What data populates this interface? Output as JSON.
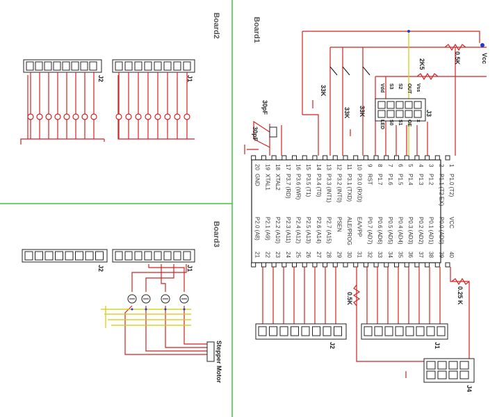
{
  "boards": {
    "board1": "Board1",
    "board2": "Board2",
    "board3": "Board3"
  },
  "mcu": {
    "left_pins": [
      {
        "num": "1",
        "name": "P1.0 (T2)"
      },
      {
        "num": "2",
        "name": "P1.1 (T2 EX)"
      },
      {
        "num": "3",
        "name": "P1.2"
      },
      {
        "num": "4",
        "name": "P1.3"
      },
      {
        "num": "5",
        "name": "P1.4"
      },
      {
        "num": "6",
        "name": "P1.5"
      },
      {
        "num": "7",
        "name": "P1.6"
      },
      {
        "num": "8",
        "name": "P1.7"
      },
      {
        "num": "9",
        "name": "RST"
      },
      {
        "num": "10",
        "name": "P3.0 (RXD)"
      },
      {
        "num": "11",
        "name": "P3.1 (TXD)"
      },
      {
        "num": "12",
        "name": "P3.2 (INT0)"
      },
      {
        "num": "13",
        "name": "P3.3 (INT1)"
      },
      {
        "num": "14",
        "name": "P3.4 (T0)"
      },
      {
        "num": "15",
        "name": "P3.5 (T1)"
      },
      {
        "num": "16",
        "name": "P3.6 (WR)"
      },
      {
        "num": "17",
        "name": "P3.7 (RD)"
      },
      {
        "num": "18",
        "name": "XTAL2"
      },
      {
        "num": "19",
        "name": "XTAL1"
      },
      {
        "num": "20",
        "name": "GND"
      }
    ],
    "right_pins": [
      {
        "num": "40",
        "name": "VCC"
      },
      {
        "num": "39",
        "name": "P0.0 (AD0)"
      },
      {
        "num": "38",
        "name": "P0.1 (AD1)"
      },
      {
        "num": "37",
        "name": "P0.2 (AD2)"
      },
      {
        "num": "36",
        "name": "P0.3 (AD3)"
      },
      {
        "num": "35",
        "name": "P0.4 (AD4)"
      },
      {
        "num": "34",
        "name": "P0.5 (AD5)"
      },
      {
        "num": "33",
        "name": "P0.6 (AD6)"
      },
      {
        "num": "32",
        "name": "P0.7 (AD7)"
      },
      {
        "num": "31",
        "name": "EA/VPP"
      },
      {
        "num": "30",
        "name": "ALE/PROG"
      },
      {
        "num": "29",
        "name": "PSEN"
      },
      {
        "num": "28",
        "name": "P2.7 (A15)"
      },
      {
        "num": "27",
        "name": "P2.6 (A14)"
      },
      {
        "num": "26",
        "name": "P2.5 (A13)"
      },
      {
        "num": "25",
        "name": "P2.4 (A12)"
      },
      {
        "num": "24",
        "name": "P2.3 (A11)"
      },
      {
        "num": "23",
        "name": "P2.2 (A10)"
      },
      {
        "num": "22",
        "name": "P2.1 (A9)"
      },
      {
        "num": "21",
        "name": "P2.0 (A8)"
      }
    ]
  },
  "labels": {
    "vcc": "Vcc",
    "r_top": "0.5K",
    "r_2k5": "2K5",
    "r_33k_a": "33K",
    "r_33k_b": "33K",
    "r_33k_c": "33K",
    "cap_a": "30pF",
    "cap_b": "30pF",
    "r_ea": "0.5K",
    "r_right": "0.25 K",
    "j1": "J1",
    "j2": "J2",
    "j3": "J3",
    "j4": "J4",
    "b2_j1": "J1",
    "b2_j2": "J2",
    "b3_j1": "J1",
    "b3_j2": "J2",
    "stepper": "Stepper Motor"
  },
  "j3_pins": [
    "Vdd",
    "S3",
    "S2",
    "OUT",
    "Vss",
    "LED",
    "S0",
    "S1",
    "OE",
    "x"
  ],
  "colors": {
    "wire": "#d42020",
    "border": "#3ec43e",
    "yellow": "#d8c800",
    "blue": "#1e3ad0",
    "ink": "#222222"
  }
}
